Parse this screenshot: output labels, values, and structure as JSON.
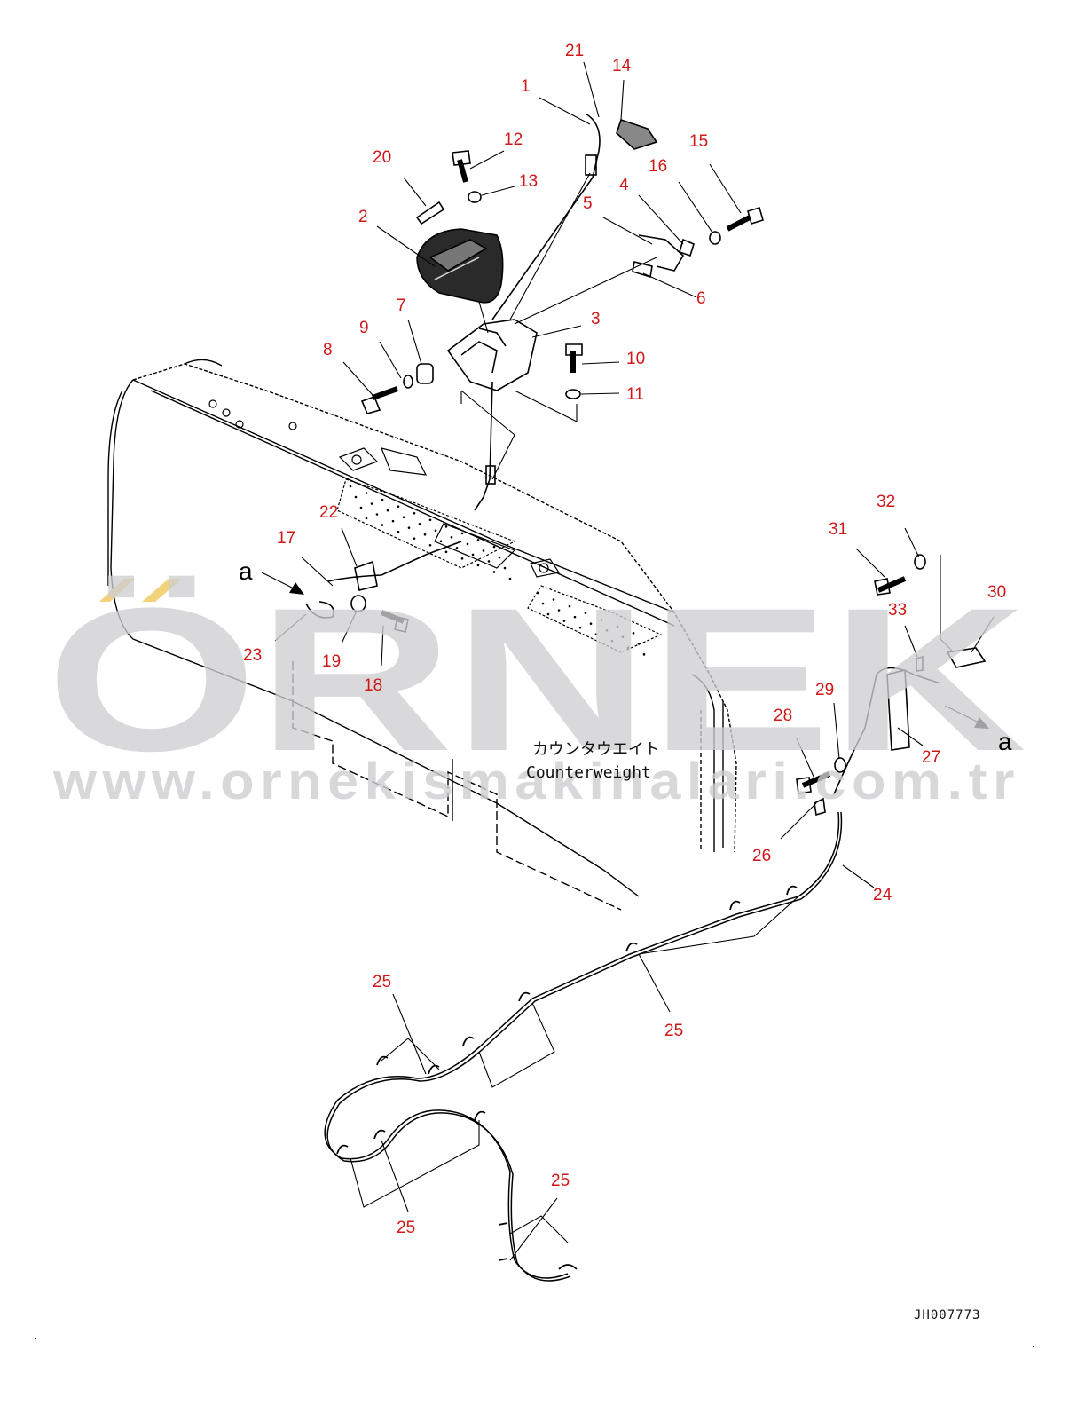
{
  "diagram": {
    "document_code": "JH007773",
    "label_japanese": "カウンタウエイト",
    "label_english": "Counterweight",
    "view_marker": "a",
    "colors": {
      "callout": "#d01818",
      "line": "#000000",
      "watermark": "#cfcfd2",
      "watermark_accent": "#f2d27a"
    }
  },
  "watermark": {
    "brand": "ÖRNEK",
    "url": "www.ornekismakinalari.com.tr"
  },
  "callouts": [
    "21",
    "14",
    "1",
    "12",
    "15",
    "20",
    "16",
    "13",
    "4",
    "2",
    "5",
    "6",
    "7",
    "3",
    "9",
    "8",
    "10",
    "11",
    "22",
    "17",
    "32",
    "31",
    "30",
    "33",
    "23",
    "19",
    "18",
    "29",
    "28",
    "27",
    "26",
    "24",
    "25",
    "25",
    "25",
    "25",
    "25"
  ]
}
